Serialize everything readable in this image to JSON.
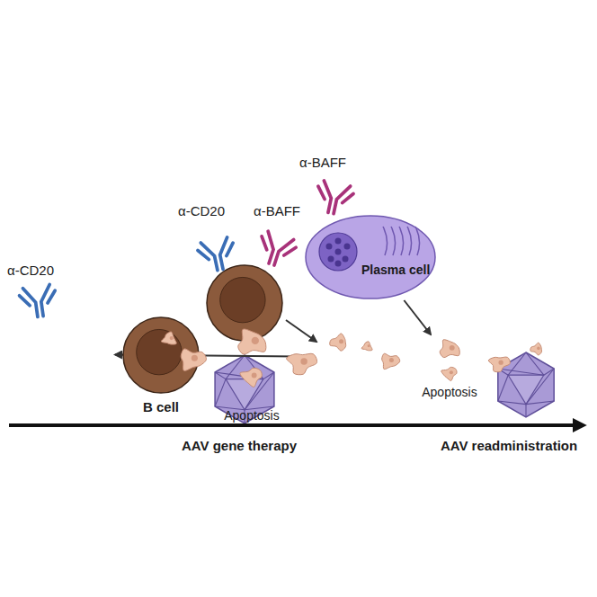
{
  "diagram": {
    "nodes": [
      {
        "text": [
          "B cell"
        ]
      },
      {
        "text": [
          "Apoptosis"
        ]
      },
      {
        "text": [
          "Plasma cell"
        ]
      },
      {
        "text": [
          "Apoptosis"
        ]
      }
    ],
    "edges": [
      {
        "from": 0,
        "to": 1,
        "arrow": "to"
      },
      {
        "from": 2,
        "to": 3,
        "arrow": "to"
      }
    ],
    "labels": [
      "α-CD20",
      "α-CD20",
      "α-BAFF",
      "α-BAFF",
      "AAV gene therapy",
      "AAV readministration"
    ]
  }
}
